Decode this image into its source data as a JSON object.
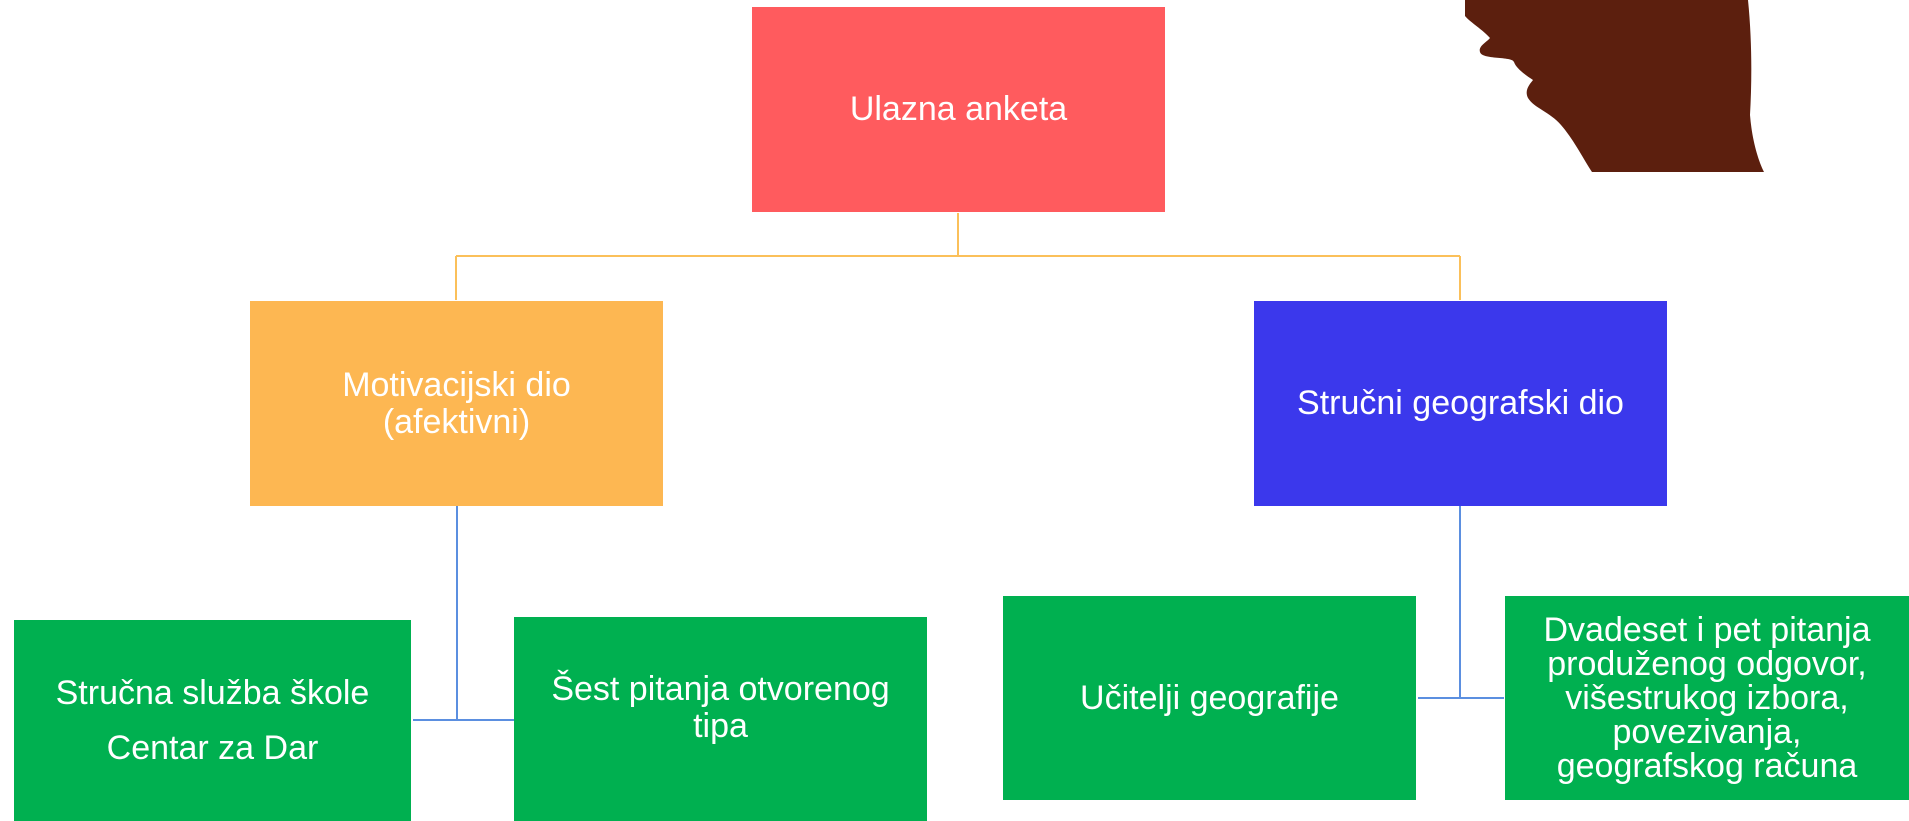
{
  "diagram": {
    "root": {
      "label": "Ulazna anketa"
    },
    "left_branch": {
      "label_lines": [
        "Motivacijski dio",
        "(afektivni)"
      ],
      "children": {
        "respondents_lines": [
          "Stručna služba škole",
          "Centar za Dar"
        ],
        "questions_lines": [
          "Šest pitanja otvorenog",
          "tipa"
        ]
      }
    },
    "right_branch": {
      "label": "Stručni geografski dio",
      "children": {
        "respondents": "Učitelji geografije",
        "questions_lines": [
          "Dvadeset i pet pitanja",
          "produženog odgovor,",
          "višestrukog izbora,",
          "povezivanja,",
          "geografskog računa"
        ]
      }
    }
  },
  "colors": {
    "root": "#ff5b5e",
    "left_branch": "#fdb752",
    "right_branch": "#3b38ec",
    "leaf": "#00b050",
    "orange_connector": "#fbc05a",
    "blue_connector": "#5b8fe0",
    "silhouette": "#5c1f0e"
  },
  "decorations": {
    "silhouette": "head-silhouette-icon"
  }
}
